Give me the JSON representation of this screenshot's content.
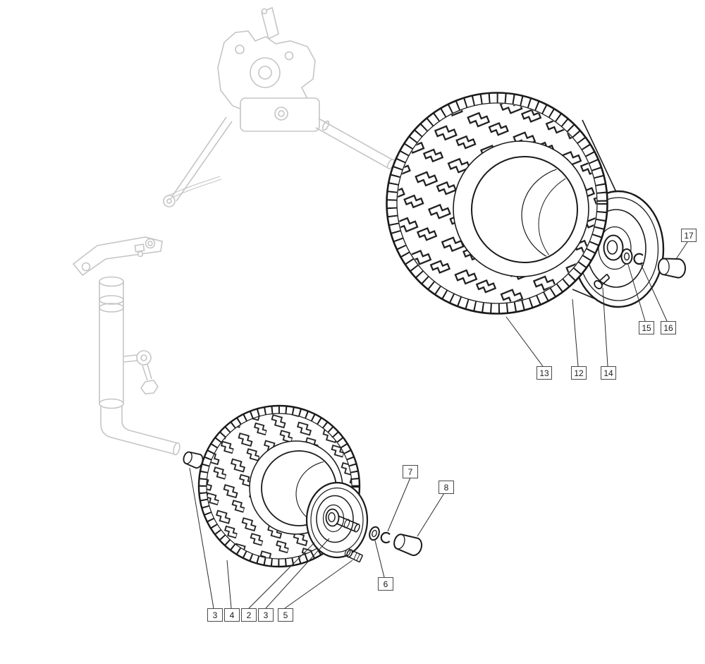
{
  "figure": {
    "background_color": "#ffffff",
    "line_color": "#1a1a1a",
    "faded_line_color": "#c5c5c5"
  },
  "callouts": {
    "rear_wheel": [
      {
        "ref": "13"
      },
      {
        "ref": "12"
      },
      {
        "ref": "14"
      },
      {
        "ref": "15"
      },
      {
        "ref": "16"
      },
      {
        "ref": "17"
      }
    ],
    "front_wheel": [
      {
        "ref": "3"
      },
      {
        "ref": "4"
      },
      {
        "ref": "2"
      },
      {
        "ref": "3"
      },
      {
        "ref": "5"
      },
      {
        "ref": "6"
      },
      {
        "ref": "7"
      },
      {
        "ref": "8"
      }
    ]
  }
}
